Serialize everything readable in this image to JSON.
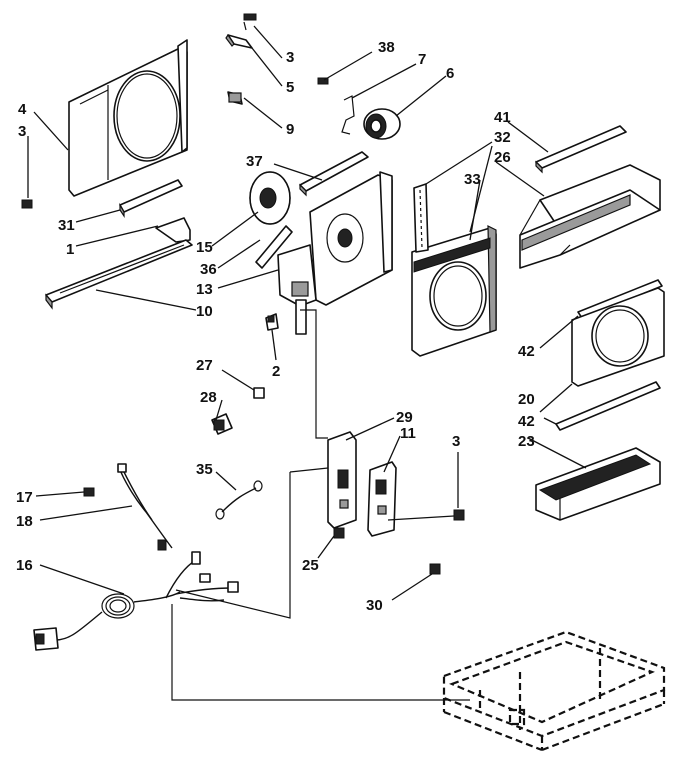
{
  "diagram": {
    "callouts": [
      {
        "id": "c3a",
        "text": "3"
      },
      {
        "id": "c5",
        "text": "5"
      },
      {
        "id": "c38",
        "text": "38"
      },
      {
        "id": "c7",
        "text": "7"
      },
      {
        "id": "c6",
        "text": "6"
      },
      {
        "id": "c9",
        "text": "9"
      },
      {
        "id": "c4",
        "text": "4"
      },
      {
        "id": "c3b",
        "text": "3"
      },
      {
        "id": "c41",
        "text": "41"
      },
      {
        "id": "c32",
        "text": "32"
      },
      {
        "id": "c26",
        "text": "26"
      },
      {
        "id": "c37",
        "text": "37"
      },
      {
        "id": "c33",
        "text": "33"
      },
      {
        "id": "c31",
        "text": "31"
      },
      {
        "id": "c1",
        "text": "1"
      },
      {
        "id": "c15",
        "text": "15"
      },
      {
        "id": "c36",
        "text": "36"
      },
      {
        "id": "c13",
        "text": "13"
      },
      {
        "id": "c10",
        "text": "10"
      },
      {
        "id": "c42a",
        "text": "42"
      },
      {
        "id": "c2",
        "text": "2"
      },
      {
        "id": "c27",
        "text": "27"
      },
      {
        "id": "c28",
        "text": "28"
      },
      {
        "id": "c29",
        "text": "29"
      },
      {
        "id": "c11",
        "text": "11"
      },
      {
        "id": "c20",
        "text": "20"
      },
      {
        "id": "c42b",
        "text": "42"
      },
      {
        "id": "c3c",
        "text": "3"
      },
      {
        "id": "c23",
        "text": "23"
      },
      {
        "id": "c35",
        "text": "35"
      },
      {
        "id": "c17",
        "text": "17"
      },
      {
        "id": "c18",
        "text": "18"
      },
      {
        "id": "c16",
        "text": "16"
      },
      {
        "id": "c25",
        "text": "25"
      },
      {
        "id": "c30",
        "text": "30"
      }
    ]
  }
}
